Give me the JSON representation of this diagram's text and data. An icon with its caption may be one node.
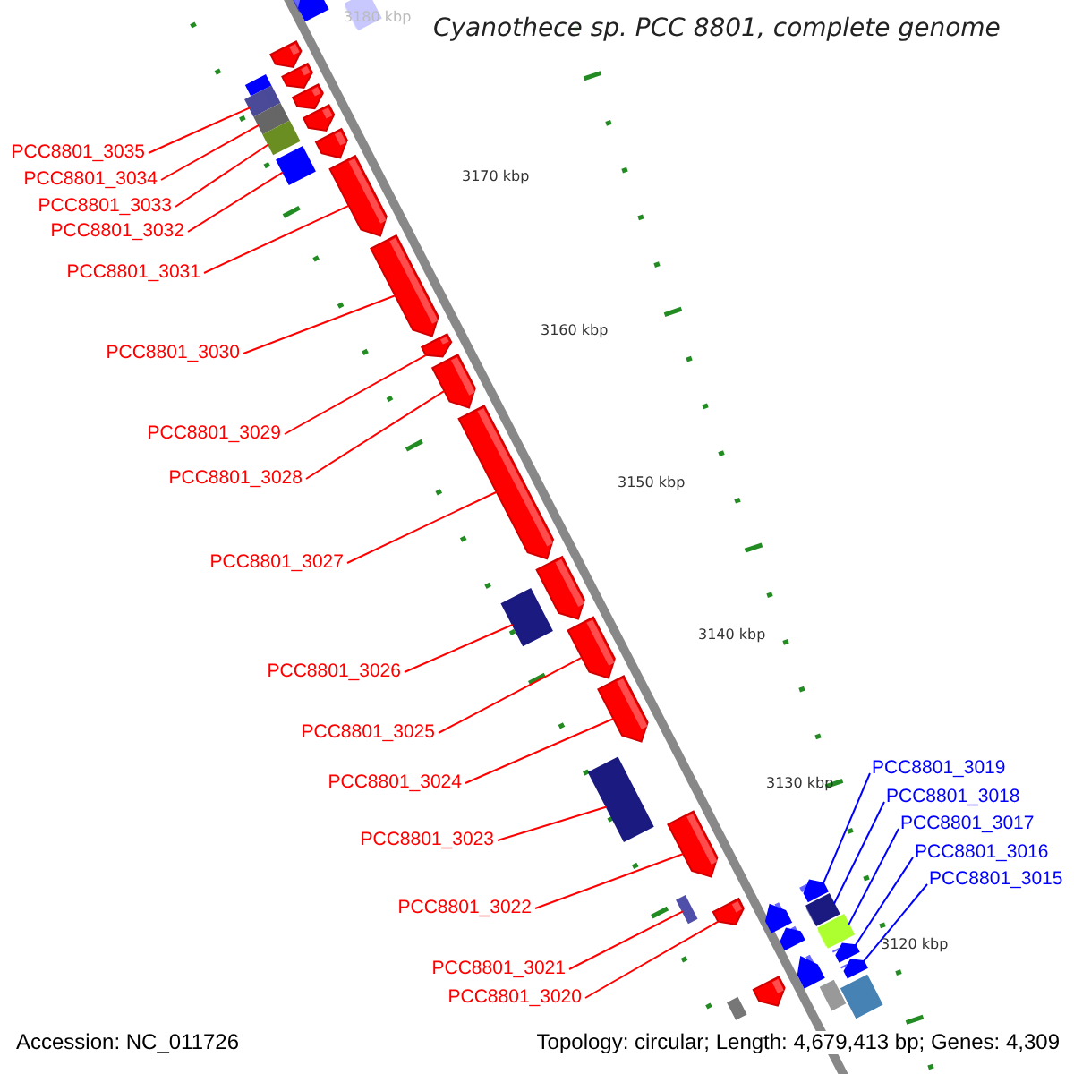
{
  "diagram": {
    "title": "Cyanothece sp. PCC 8801, complete genome",
    "nodes": [
      {
        "text": [
          "PCC8801_3035"
        ]
      },
      {
        "text": [
          "PCC8801_3034"
        ]
      },
      {
        "text": [
          "PCC8801_3033"
        ]
      },
      {
        "text": [
          "PCC8801_3032"
        ]
      },
      {
        "text": [
          "PCC8801_3031"
        ]
      },
      {
        "text": [
          "PCC8801_3030"
        ]
      },
      {
        "text": [
          "PCC8801_3029"
        ]
      },
      {
        "text": [
          "PCC8801_3028"
        ]
      },
      {
        "text": [
          "PCC8801_3027"
        ]
      },
      {
        "text": [
          "PCC8801_3026"
        ]
      },
      {
        "text": [
          "PCC8801_3025"
        ]
      },
      {
        "text": [
          "PCC8801_3024"
        ]
      },
      {
        "text": [
          "PCC8801_3023"
        ]
      },
      {
        "text": [
          "PCC8801_3022"
        ]
      },
      {
        "text": [
          "PCC8801_3021"
        ]
      },
      {
        "text": [
          "PCC8801_3020"
        ]
      },
      {
        "text": [
          "PCC8801_3019"
        ]
      },
      {
        "text": [
          "PCC8801_3018"
        ]
      },
      {
        "text": [
          "PCC8801_3017"
        ]
      },
      {
        "text": [
          "PCC8801_3016"
        ]
      },
      {
        "text": [
          "PCC8801_3015"
        ]
      },
      {
        "text": [],
        "shape": "bar"
      },
      {
        "text": [],
        "shape": "bar"
      },
      {
        "text": [],
        "shape": "bar"
      },
      {
        "text": [],
        "shape": "bar"
      },
      {
        "text": [],
        "shape": "bar"
      },
      {
        "text": [],
        "shape": "bar"
      },
      {
        "text": [],
        "shape": "bar"
      },
      {
        "text": [],
        "shape": "bar"
      },
      {
        "text": [],
        "shape": "bar"
      },
      {
        "text": [],
        "shape": "bar"
      },
      {
        "text": [],
        "shape": "bar"
      },
      {
        "text": [],
        "shape": "bar"
      },
      {
        "text": [],
        "shape": "bar"
      },
      {
        "text": [],
        "shape": "bar"
      },
      {
        "text": [],
        "shape": "bar"
      },
      {
        "text": [],
        "shape": "bar"
      },
      {
        "text": [],
        "shape": "bar"
      },
      {
        "text": [],
        "shape": "bar"
      },
      {
        "text": [],
        "shape": "bar"
      },
      {
        "text": [],
        "shape": "bar"
      },
      {
        "text": [],
        "shape": "bar"
      },
      {
        "text": [],
        "shape": "bar"
      },
      {
        "text": [],
        "shape": "bar"
      },
      {
        "text": [],
        "shape": "bar"
      },
      {
        "text": [],
        "shape": "bar"
      },
      {
        "text": [],
        "shape": "bar"
      },
      {
        "text": [],
        "shape": "bar"
      },
      {
        "text": [],
        "shape": "bar"
      },
      {
        "text": [],
        "shape": "bar"
      },
      {
        "text": [],
        "shape": "bar"
      },
      {
        "text": [],
        "shape": "bar"
      },
      {
        "text": [],
        "shape": "bar"
      },
      {
        "text": [],
        "shape": "bar"
      },
      {
        "text": [],
        "shape": "bar"
      },
      {
        "text": [],
        "shape": "bar"
      },
      {
        "text": [],
        "shape": "bar"
      },
      {
        "text": [],
        "shape": "bar"
      }
    ],
    "edges": [
      {
        "from": 0,
        "to": 21,
        "arrow": "none"
      },
      {
        "from": 1,
        "to": 22,
        "arrow": "none"
      },
      {
        "from": 2,
        "to": 23,
        "arrow": "none"
      },
      {
        "from": 3,
        "to": 24,
        "arrow": "none"
      },
      {
        "from": 4,
        "to": 25,
        "arrow": "none"
      },
      {
        "from": 5,
        "to": 26,
        "arrow": "none"
      },
      {
        "from": 6,
        "to": 27,
        "arrow": "none"
      },
      {
        "from": 7,
        "to": 28,
        "arrow": "none"
      },
      {
        "from": 8,
        "to": 29,
        "arrow": "none"
      },
      {
        "from": 9,
        "to": 30,
        "arrow": "none"
      },
      {
        "from": 10,
        "to": 31,
        "arrow": "none"
      },
      {
        "from": 11,
        "to": 32,
        "arrow": "none"
      },
      {
        "from": 12,
        "to": 33,
        "arrow": "none"
      },
      {
        "from": 13,
        "to": 34,
        "arrow": "none"
      },
      {
        "from": 14,
        "to": 35,
        "arrow": "none"
      },
      {
        "from": 15,
        "to": 36,
        "arrow": "none"
      },
      {
        "from": 16,
        "to": 37,
        "arrow": "none",
        "color": "#0000ff"
      },
      {
        "from": 17,
        "to": 38,
        "arrow": "none",
        "color": "#0000ff"
      },
      {
        "from": 18,
        "to": 39,
        "arrow": "none",
        "color": "#0000ff"
      },
      {
        "from": 19,
        "to": 40,
        "arrow": "none",
        "color": "#0000ff"
      },
      {
        "from": 20,
        "to": 41,
        "arrow": "none",
        "color": "#0000ff"
      }
    ],
    "labels": [
      "3180 kbp",
      "3170 kbp",
      "3160 kbp",
      "3150 kbp",
      "3140 kbp",
      "3130 kbp",
      "3120 kbp",
      "Accession: NC_011726",
      "Topology: circular; Length: 4,679,413 bp; Genes: 4,309"
    ]
  }
}
